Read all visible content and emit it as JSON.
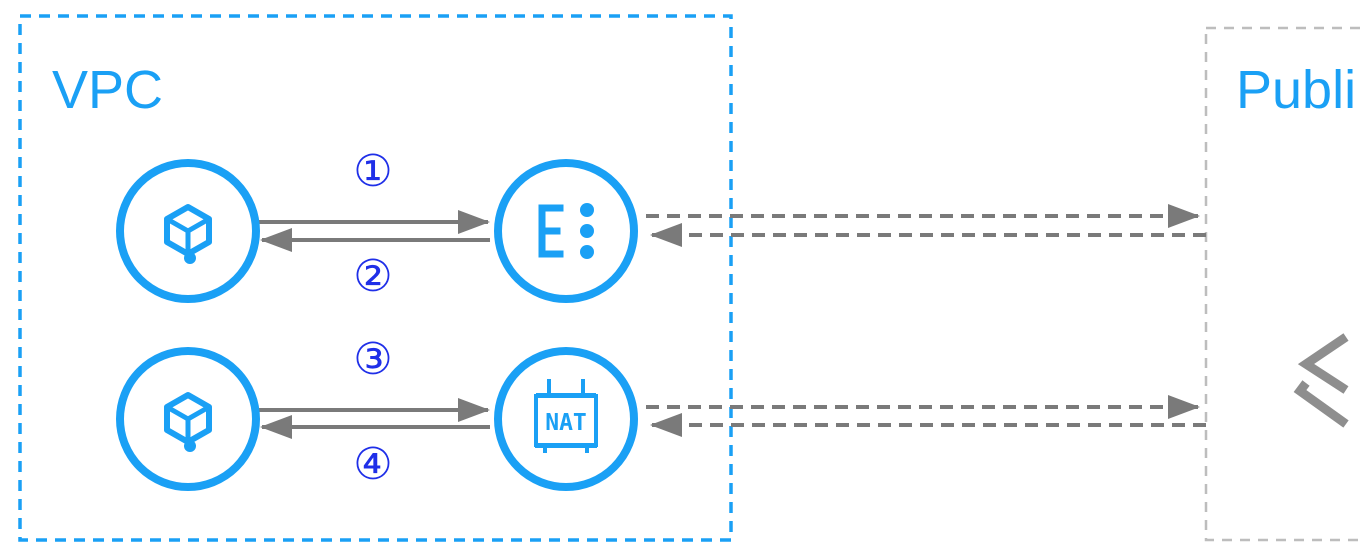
{
  "diagram": {
    "vpc_zone": {
      "title": "VPC",
      "border_color": "#1aa0f5",
      "border_style": "dashed"
    },
    "public_zone": {
      "title": "Publi",
      "border_color": "#bdbdbd",
      "border_style": "dashed",
      "icon": "layers-icon"
    },
    "nodes": [
      {
        "id": "instance-a",
        "icon": "cube-instance-icon"
      },
      {
        "id": "eip-gateway",
        "icon": "eip-icon"
      },
      {
        "id": "instance-b",
        "icon": "cube-instance-icon"
      },
      {
        "id": "nat-gateway",
        "icon": "nat-gateway-icon",
        "label": "NAT"
      }
    ],
    "steps": [
      {
        "label": "①",
        "from": "instance-a",
        "to": "eip-gateway"
      },
      {
        "label": "②",
        "from": "eip-gateway",
        "to": "instance-a"
      },
      {
        "label": "③",
        "from": "instance-b",
        "to": "nat-gateway"
      },
      {
        "label": "④",
        "from": "nat-gateway",
        "to": "instance-b"
      }
    ],
    "colors": {
      "accent": "#1aa0f5",
      "step_label": "#1f2fe8",
      "arrow": "#7a7a7a",
      "public_icon": "#8e8e8e"
    }
  }
}
